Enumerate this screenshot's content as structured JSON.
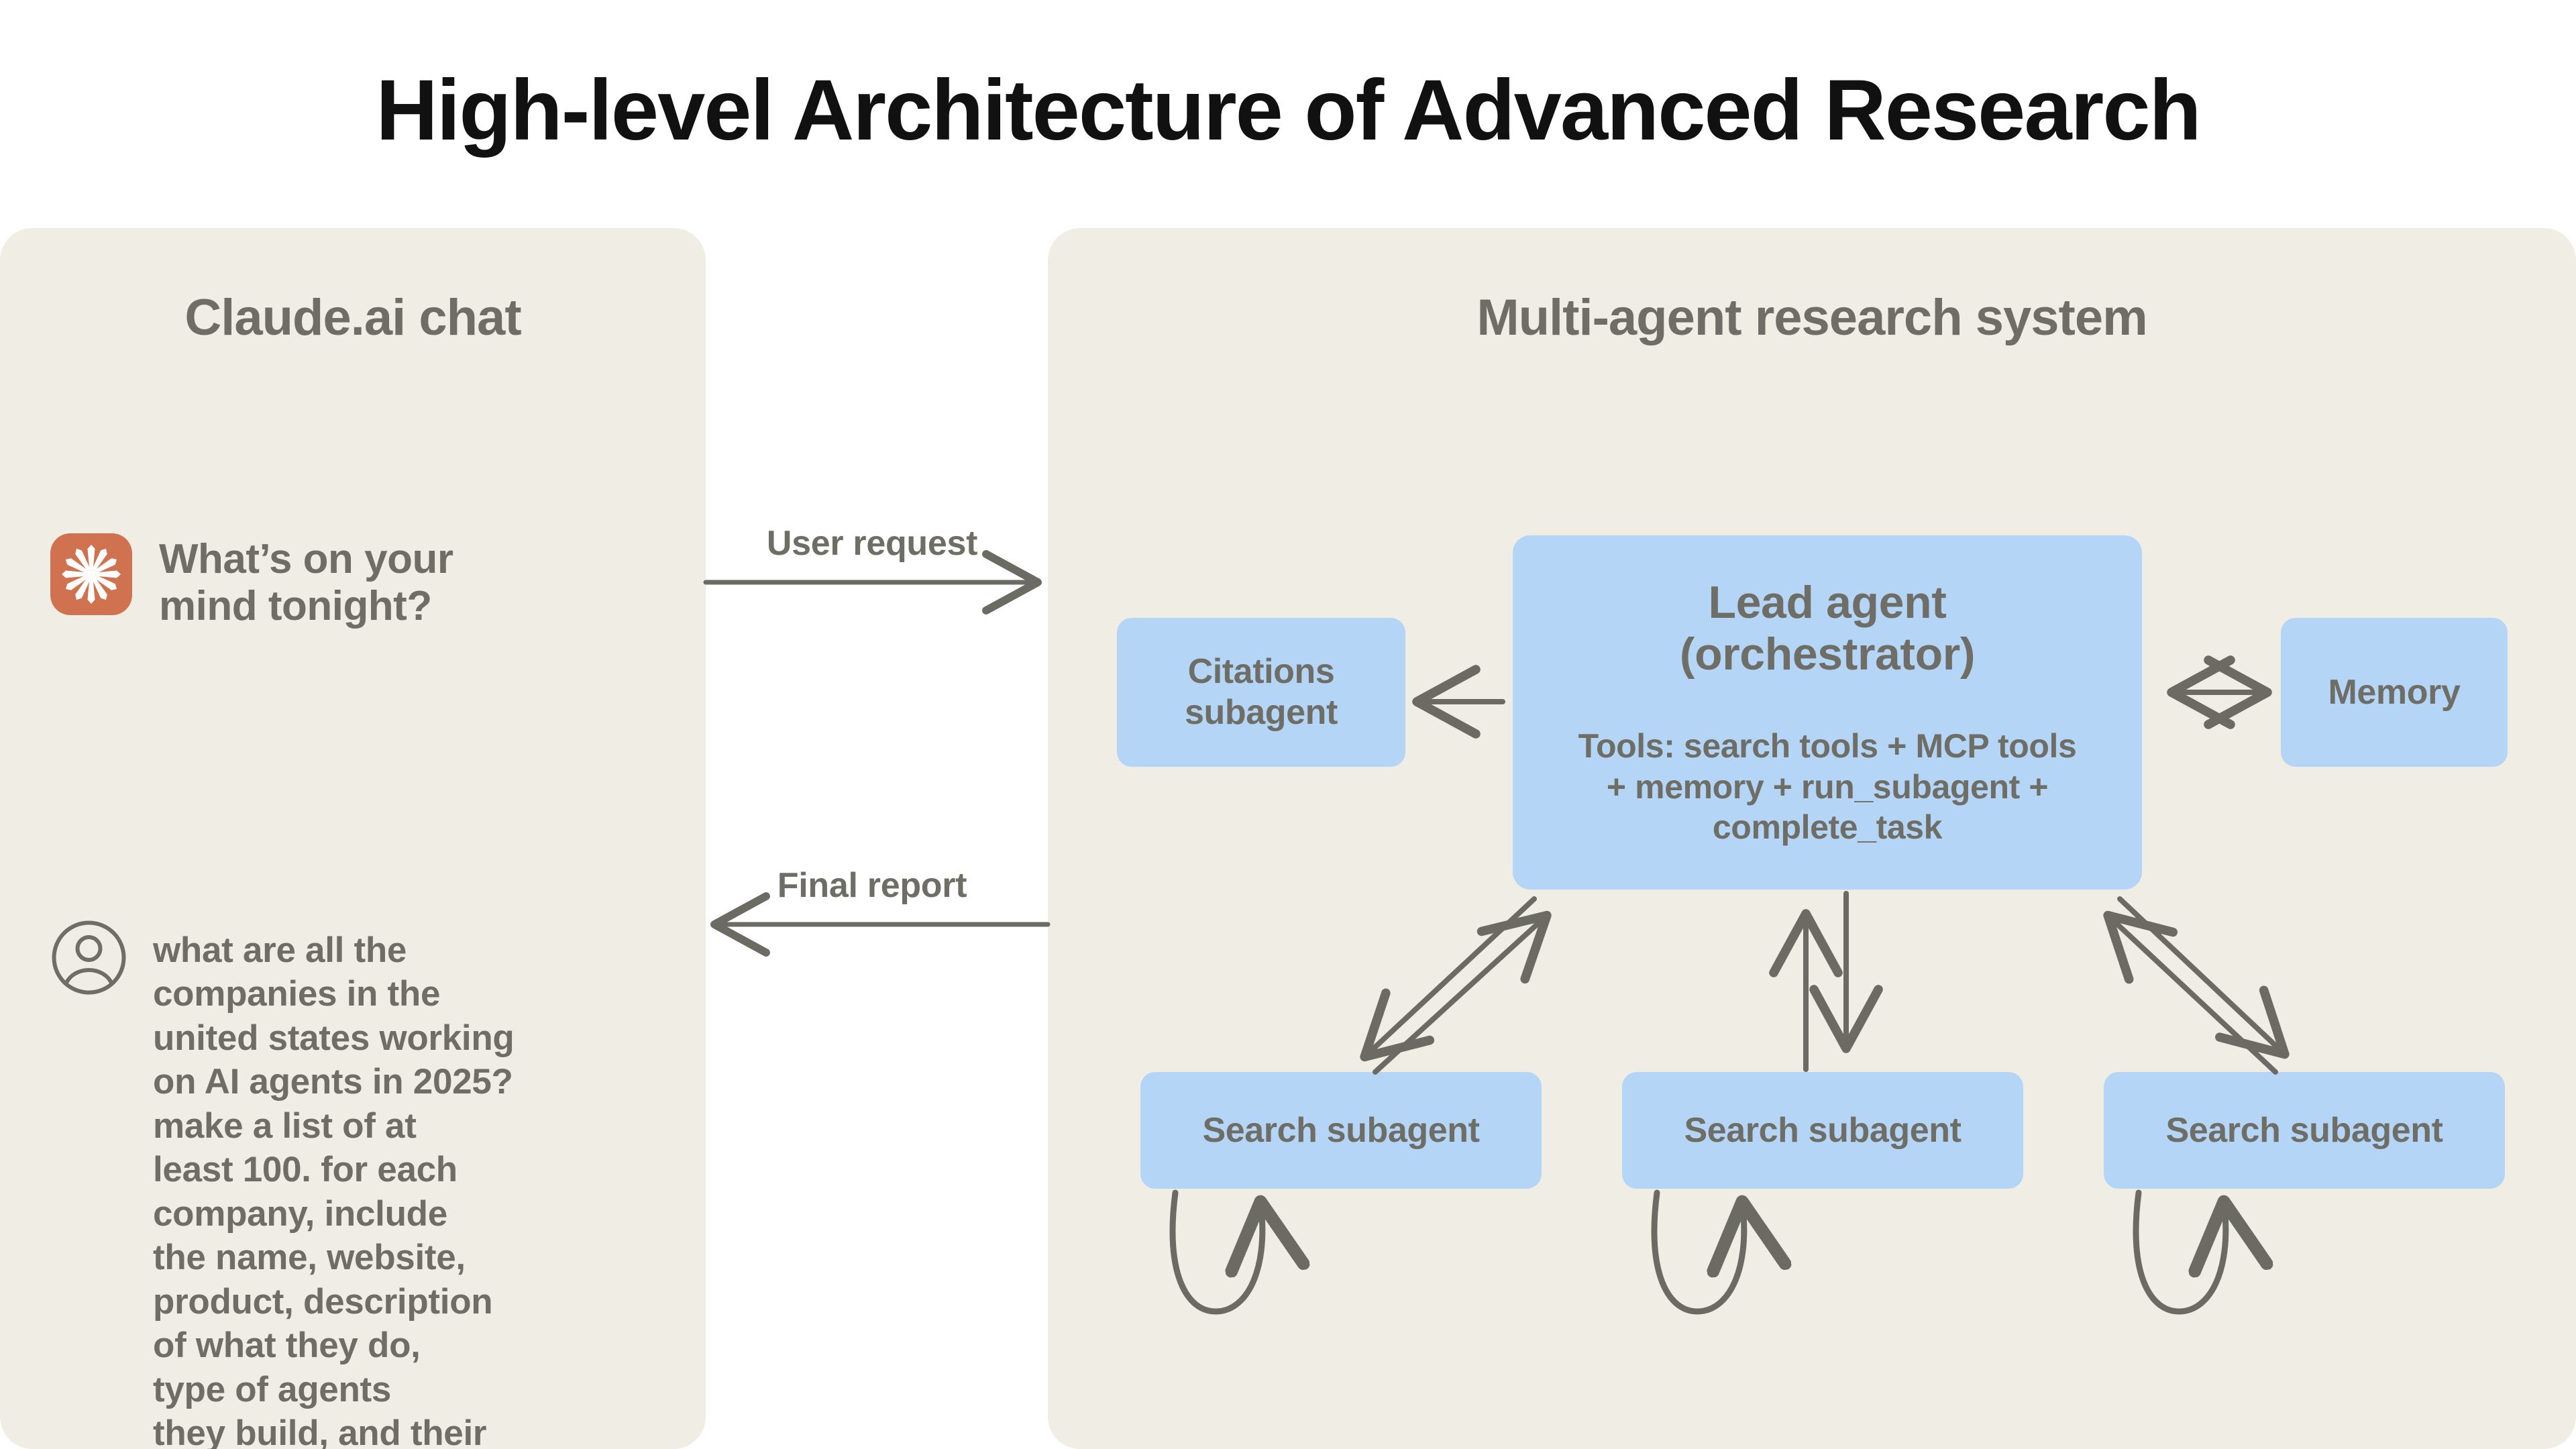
{
  "title": "High-level Architecture of Advanced Research",
  "chat_panel": {
    "heading": "Claude.ai chat",
    "logo_icon": "claude-starburst-icon",
    "greeting": "What’s on your\nmind tonight?",
    "user_avatar_icon": "user-circle-icon",
    "user_query": "what are all the\ncompanies in the\nunited states working\non AI agents in 2025?\nmake a list of at\nleast 100. for each\ncompany, include\nthe name, website,\nproduct, description\nof what they do,\ntype of agents\nthey build, and their\nvertical/industry."
  },
  "system_panel": {
    "heading": "Multi-agent research system",
    "lead_agent": {
      "title": "Lead agent\n(orchestrator)",
      "tools": "Tools: search tools + MCP tools\n+ memory + run_subagent +\ncomplete_task"
    },
    "citations_subagent": "Citations\nsubagent",
    "memory": "Memory",
    "search_subagents": [
      "Search subagent",
      "Search subagent",
      "Search subagent"
    ]
  },
  "connectors": {
    "user_request": "User request",
    "final_report": "Final report"
  },
  "colors": {
    "page_background": "#ffffff",
    "panel_background": "#f0ede5",
    "node_fill": "#b5d5f7",
    "text_muted": "#6e6e66",
    "title_text": "#111111",
    "logo_orange": "#d0714f",
    "arrow_stroke": "#6b6b63"
  }
}
